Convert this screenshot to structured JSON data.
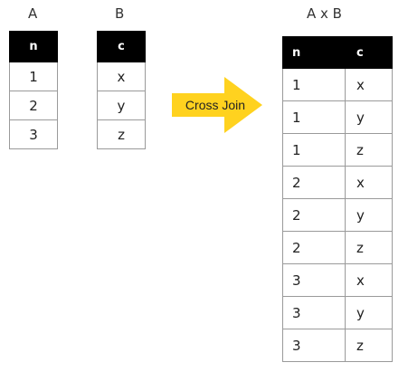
{
  "table_a": {
    "title": "A",
    "header": "n",
    "rows": [
      "1",
      "2",
      "3"
    ]
  },
  "table_b": {
    "title": "B",
    "header": "c",
    "rows": [
      "x",
      "y",
      "z"
    ]
  },
  "operation": {
    "label": "Cross Join",
    "color": "#ffd21f"
  },
  "result": {
    "title": "A x B",
    "headers": [
      "n",
      "c"
    ],
    "rows": [
      [
        "1",
        "x"
      ],
      [
        "1",
        "y"
      ],
      [
        "1",
        "z"
      ],
      [
        "2",
        "x"
      ],
      [
        "2",
        "y"
      ],
      [
        "2",
        "z"
      ],
      [
        "3",
        "x"
      ],
      [
        "3",
        "y"
      ],
      [
        "3",
        "z"
      ]
    ]
  }
}
